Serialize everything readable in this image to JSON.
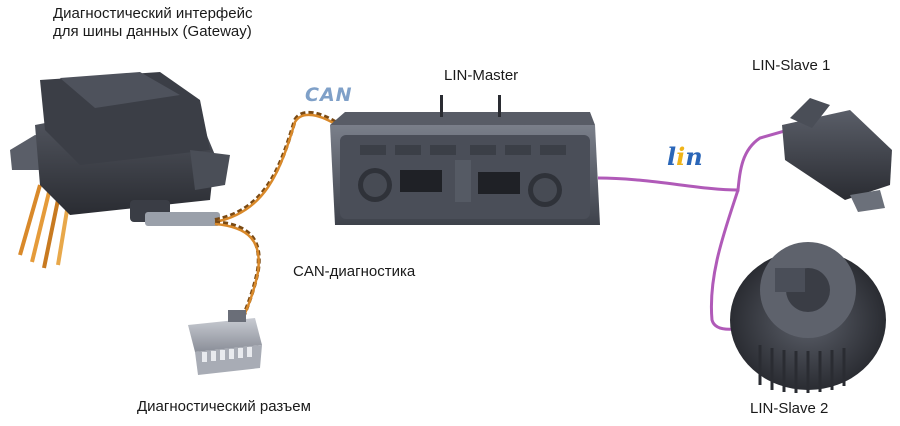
{
  "labels": {
    "gateway_line1": "Диагностический интерфейс",
    "gateway_line2": "для шины данных (Gateway)",
    "lin_master": "LIN-Master",
    "lin_slave1": "LIN-Slave 1",
    "lin_slave2": "LIN-Slave 2",
    "can_diag": "CAN-диагностика",
    "diag_connector": "Диагностический разъем"
  },
  "logos": {
    "can": "CAN",
    "lin_l": "l",
    "lin_i": "i",
    "lin_n": "n"
  },
  "colors": {
    "can_wire": "#d9892a",
    "can_wire_dark": "#7a4a14",
    "lin_wire": "#b05ab8",
    "can_logo": "#7fa0c8",
    "lin_blue": "#2a66b8",
    "lin_yellow": "#f0b418",
    "device_dark": "#33363d",
    "device_mid": "#4a4e57",
    "device_light": "#6b707a"
  }
}
